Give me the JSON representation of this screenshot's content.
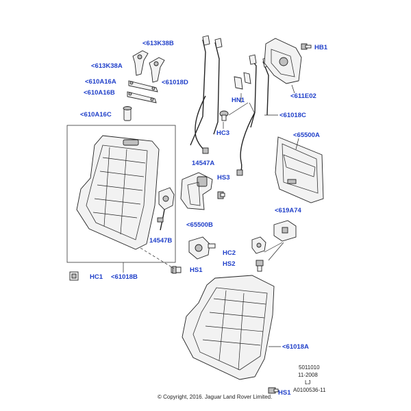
{
  "callouts": {
    "613K38B": "<613K38B",
    "613K38A": "<613K38A",
    "610A16A": "<610A16A",
    "610A16B": "<610A16B",
    "610A16C": "<610A16C",
    "61018D": "<61018D",
    "HB1": "HB1",
    "611E02": "<611E02",
    "HN1": "HN1",
    "61018C": "<61018C",
    "HC3": "HC3",
    "65500A": "<65500A",
    "14547A": "14547A",
    "HS3": "HS3",
    "619A74": "<619A74",
    "65500B": "<65500B",
    "14547B": "14547B",
    "HC2": "HC2",
    "HS2": "HS2",
    "HS1_mid": "HS1",
    "HC1": "HC1",
    "61018B": "<61018B",
    "61018A": "<61018A",
    "HS1_bottom": "HS1"
  },
  "meta": {
    "line1": "5011010",
    "line2": "11-2008",
    "line3": "LJ",
    "line4": "A0100536-11"
  },
  "copyright": "© Copyright, 2016. Jaguar Land Rover Limited."
}
